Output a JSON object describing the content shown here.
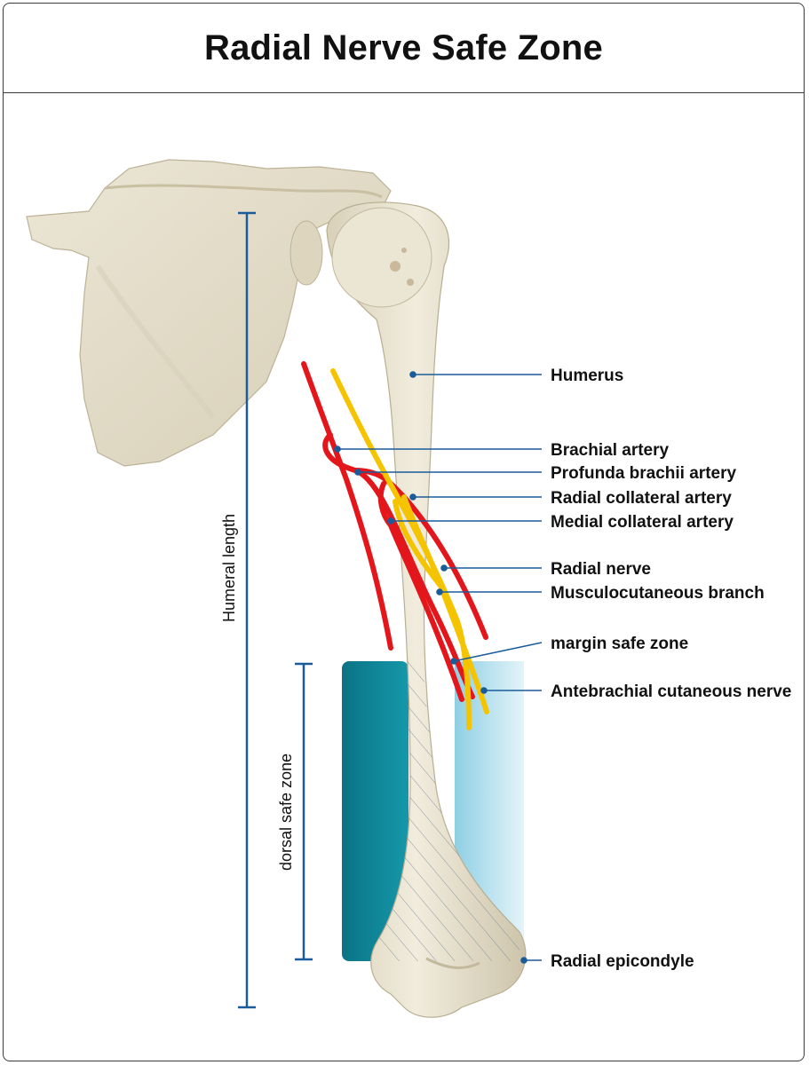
{
  "title": "Radial Nerve Safe Zone",
  "labels": {
    "humerus": "Humerus",
    "brachial_artery": "Brachial artery",
    "profunda_brachii_artery": "Profunda brachii artery",
    "radial_collateral_artery": "Radial collateral artery",
    "medial_collateral_artery": "Medial collateral artery",
    "radial_nerve": "Radial nerve",
    "musculocutaneous_branch": "Musculocutaneous branch",
    "margin_safe_zone": "margin safe zone",
    "antebrachial_cutaneous_nerve": "Antebrachial cutaneous nerve",
    "radial_epicondyle": "Radial epicondyle",
    "humeral_length": "Humeral length",
    "dorsal_safe_zone": "dorsal safe zone"
  },
  "colors": {
    "bone": "#e9e3d2",
    "bone_shade": "#cfc6ad",
    "artery": "#e3161c",
    "nerve": "#f5c400",
    "leader": "#1a5c99",
    "safe_zone_dark": "#0c8496",
    "safe_zone_light": "#bfe3f0"
  }
}
